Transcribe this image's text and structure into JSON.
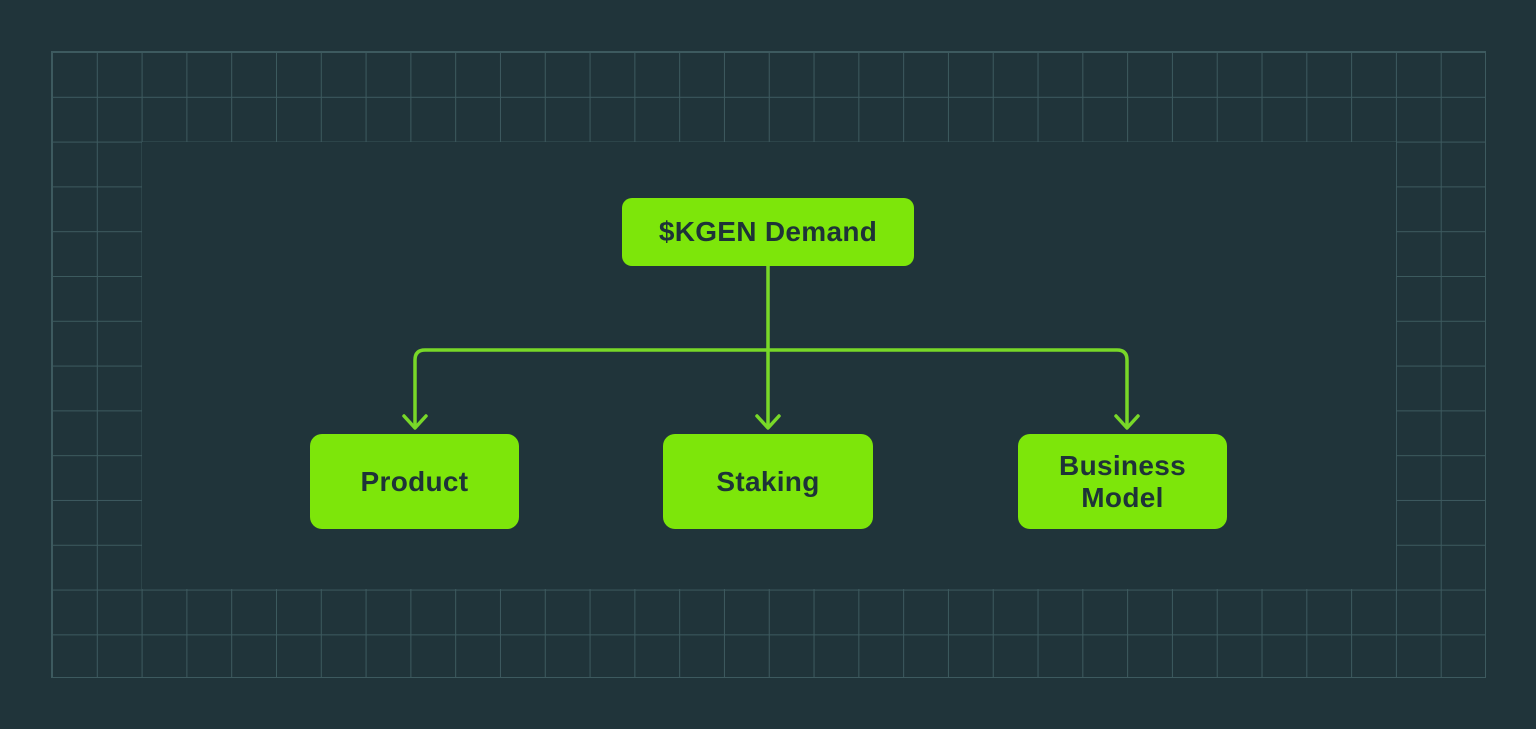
{
  "diagram": {
    "title_node": {
      "label": "$KGEN Demand"
    },
    "child_nodes": [
      {
        "label": "Product"
      },
      {
        "label": "Staking"
      },
      {
        "label": "Business Model"
      }
    ]
  },
  "colors": {
    "background": "#20343a",
    "grid_line": "#3d5a5f",
    "node_fill": "#7DE60A",
    "connector_green": "#78D828",
    "node_text": "#1E3338"
  }
}
